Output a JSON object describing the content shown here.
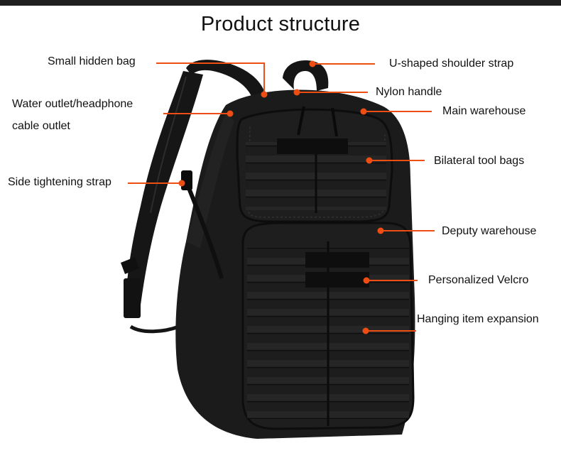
{
  "title": "Product structure",
  "colors": {
    "accent": "#ee4d14",
    "bag": "#1b1b1b",
    "topbar": "#1f1f1f"
  },
  "labels": {
    "small_hidden_bag": "Small hidden bag",
    "water_outlet_line1": "Water outlet/headphone",
    "water_outlet_line2": "cable outlet",
    "side_tightening_strap": "Side tightening strap",
    "u_shaped_shoulder_strap": "U-shaped shoulder strap",
    "nylon_handle": "Nylon handle",
    "main_warehouse": "Main warehouse",
    "bilateral_tool_bags": "Bilateral tool bags",
    "deputy_warehouse": "Deputy warehouse",
    "personalized_velcro": "Personalized Velcro",
    "hanging_item_expansion": "Hanging item expansion"
  }
}
